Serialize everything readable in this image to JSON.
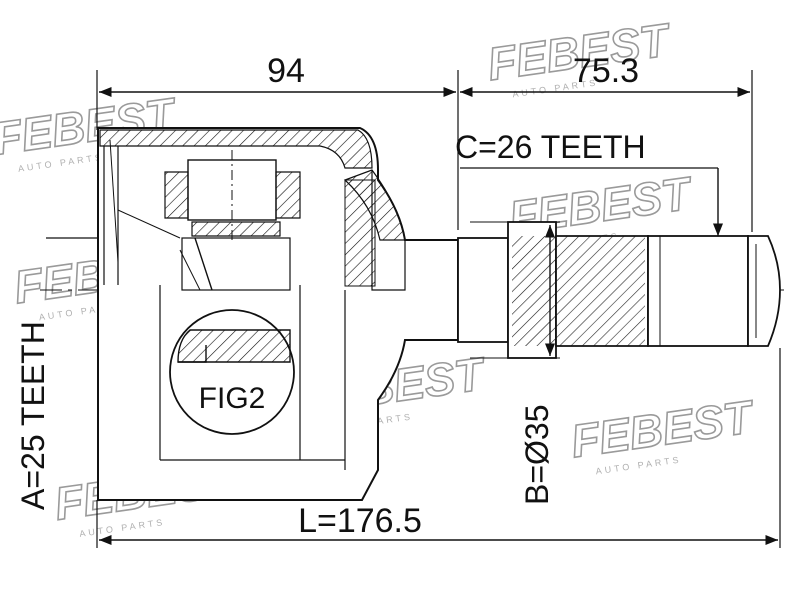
{
  "dimensions": {
    "inner_length": "94",
    "outer_length": "75.3",
    "total_length": "L=176.5",
    "spline_diameter": "B=Ø35"
  },
  "teeth": {
    "outer_spline": "C=26 TEETH",
    "inner_spline": "A=25 TEETH"
  },
  "figure_label": "FIG2",
  "watermark": {
    "brand": "FEBEST",
    "tagline": "AUTO PARTS"
  },
  "colors": {
    "line": "#111111",
    "watermark": "#9a9a9a",
    "background": "#ffffff"
  }
}
